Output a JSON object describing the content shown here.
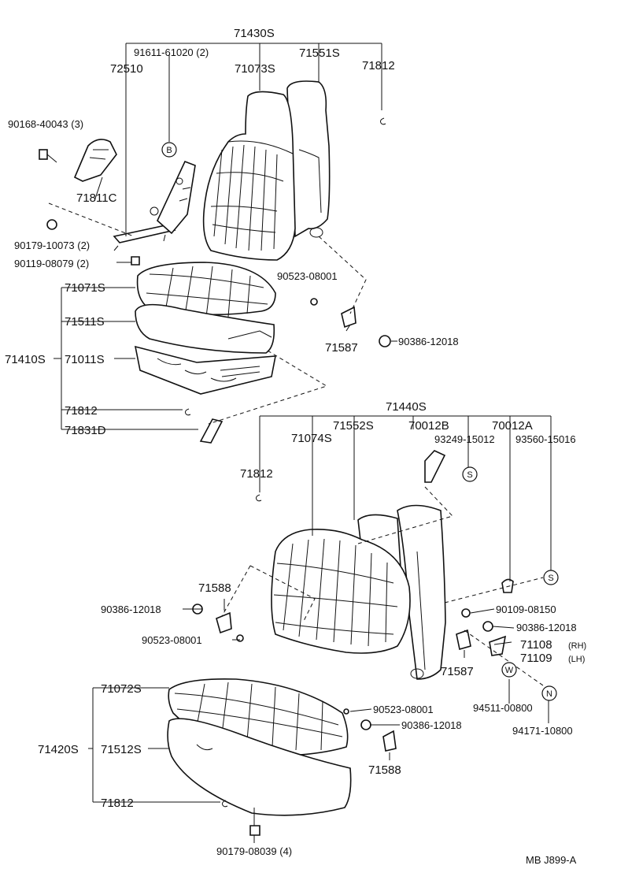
{
  "labels": {
    "l_71430S": "71430S",
    "l_91611_61020": "91611-61020 (2)",
    "l_72510": "72510",
    "l_71073S": "71073S",
    "l_71551S": "71551S",
    "l_71812_a": "71812",
    "l_90168_40043": "90168-40043 (3)",
    "l_71811C": "71811C",
    "l_90179_10073": "90179-10073 (2)",
    "l_90119_08079": "90119-08079 (2)",
    "l_71071S": "71071S",
    "l_71511S": "71511S",
    "l_71410S": "71410S",
    "l_71011S": "71011S",
    "l_71812_b": "71812",
    "l_71831D": "71831D",
    "l_90523_08001_a": "90523-08001",
    "l_71587_a": "71587",
    "l_90386_12018_a": "90386-12018",
    "l_71440S": "71440S",
    "l_71074S": "71074S",
    "l_71552S": "71552S",
    "l_70012B": "70012B",
    "l_70012A": "70012A",
    "l_93249_15012": "93249-15012",
    "l_93560_15016": "93560-15016",
    "l_71812_c": "71812",
    "l_71588_a": "71588",
    "l_90386_12018_b": "90386-12018",
    "l_90523_08001_b": "90523-08001",
    "l_90109_08150": "90109-08150",
    "l_90386_12018_c": "90386-12018",
    "l_71108": "71108",
    "l_71108_rh": "(RH)",
    "l_71109": "71109",
    "l_71109_lh": "(LH)",
    "l_71587_b": "71587",
    "l_94511_00800": "94511-00800",
    "l_94171_10800": "94171-10800",
    "l_71072S": "71072S",
    "l_71420S": "71420S",
    "l_71512S": "71512S",
    "l_71812_d": "71812",
    "l_90523_08001_c": "90523-08001",
    "l_90386_12018_d": "90386-12018",
    "l_71588_b": "71588",
    "l_90179_08039": "90179-08039 (4)",
    "l_ref": "MB  J899-A"
  },
  "symbols": {
    "B": "B",
    "S1": "S",
    "S2": "S",
    "W": "W",
    "N": "N"
  }
}
